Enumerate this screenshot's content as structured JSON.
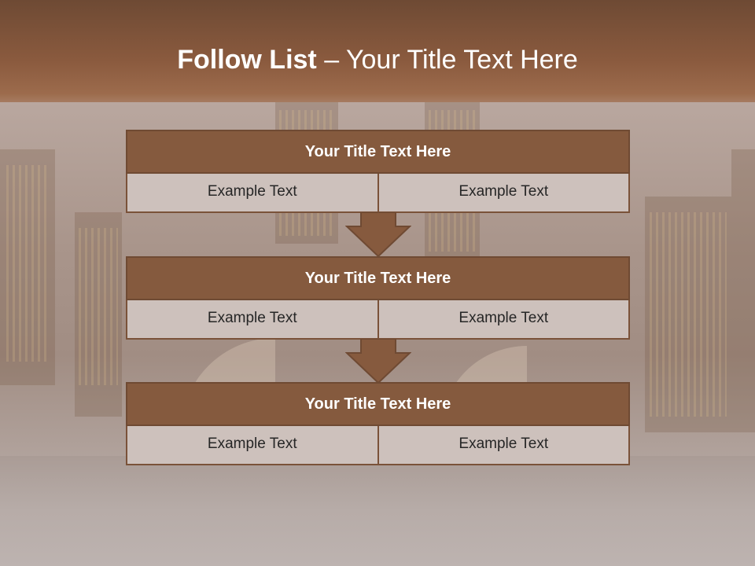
{
  "slide": {
    "title_bold": "Follow List",
    "title_rest": " – Your Title Text Here",
    "blocks": [
      {
        "title": "Your Title Text Here",
        "left": "Example Text",
        "right": "Example Text"
      },
      {
        "title": "Your Title Text Here",
        "left": "Example Text",
        "right": "Example Text"
      },
      {
        "title": "Your Title Text Here",
        "left": "Example Text",
        "right": "Example Text"
      }
    ]
  },
  "colors": {
    "header_fill": "#855a3e",
    "cell_fill": "#cdc1bc",
    "arrow_fill": "#865a3e",
    "top_band": "#8a5a3e"
  }
}
